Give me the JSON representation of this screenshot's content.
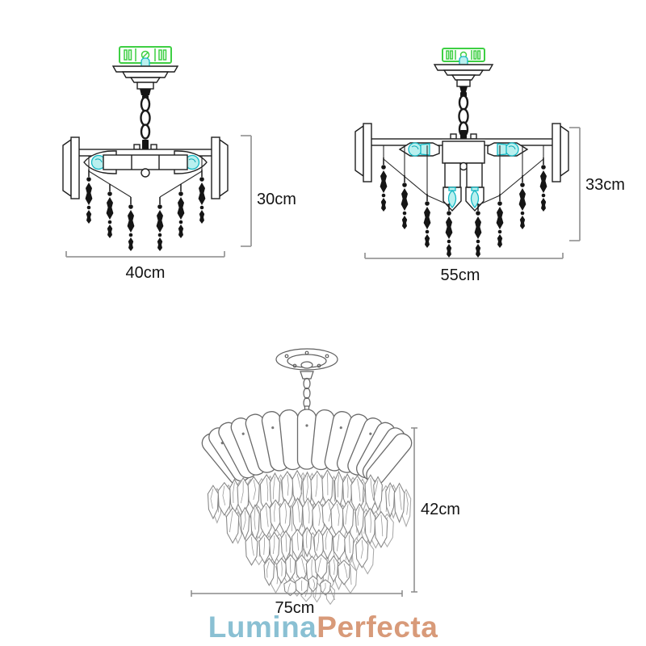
{
  "page": {
    "background_color": "#ffffff"
  },
  "palette": {
    "outline": "#1f1f1f",
    "sketch_gray": "#5f5f5f",
    "crystal_gray": "#8a8a8a",
    "dimension_line": "#9a9a9a",
    "label_text": "#141414",
    "bracket_green": "#3ecf43",
    "bulb_cyan_fill": "#b9f0ef",
    "bulb_cyan_stroke": "#13b8c4"
  },
  "diagrams": {
    "small": {
      "width_label": "40cm",
      "height_label": "30cm"
    },
    "medium": {
      "width_label": "55cm",
      "height_label": "33cm"
    },
    "large": {
      "width_label": "75cm",
      "height_label": "42cm"
    }
  },
  "logo": {
    "part1": "Lumina",
    "part2": "Perfecta",
    "part1_color": "#8ac0d3",
    "part2_color": "#d89a79"
  }
}
